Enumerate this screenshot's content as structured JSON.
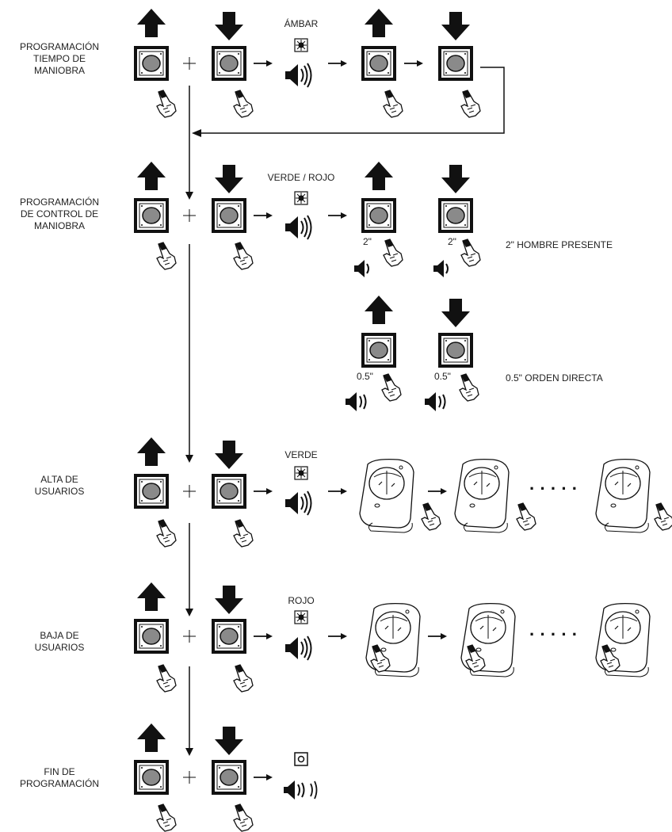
{
  "rows": [
    {
      "label": "PROGRAMACIÓN\nTIEMPO DE\nMANIOBRA",
      "light_label": "ÁMBAR"
    },
    {
      "label": "PROGRAMACIÓN\nDE CONTROL DE\nMANIOBRA",
      "light_label": "VERDE / ROJO"
    },
    {
      "label": "ALTA DE\nUSUARIOS",
      "light_label": "VERDE"
    },
    {
      "label": "BAJA DE\nUSUARIOS",
      "light_label": "ROJO"
    },
    {
      "label": "FIN DE\nPROGRAMACIÓN",
      "light_label": ""
    }
  ],
  "control_modes": {
    "hold_time": "2\"",
    "hold_label": "2\" HOMBRE PRESENTE",
    "direct_time": "0.5\"",
    "direct_label": "0.5\" ORDEN DIRECTA"
  },
  "plus_sign": "+",
  "dots": "· · · · ·"
}
